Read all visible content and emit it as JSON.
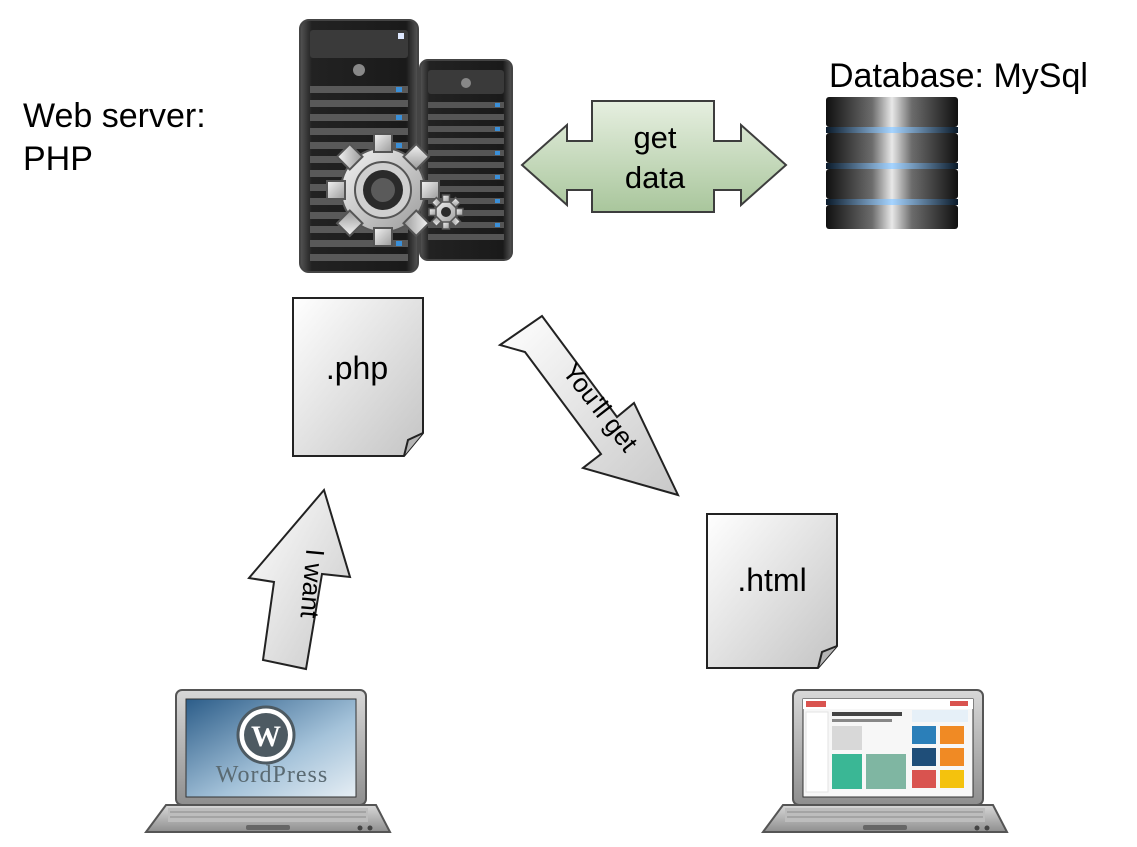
{
  "labels": {
    "web_server_line1": "Web server:",
    "web_server_line2": "PHP",
    "database": "Database: MySql"
  },
  "documents": {
    "php": ".php",
    "html": ".html"
  },
  "arrows": {
    "get_data_line1": "get",
    "get_data_line2": "data",
    "youll_get": "You'll get",
    "i_want": "I want"
  },
  "laptops": {
    "left_screen_brand": "WordPress"
  },
  "colors": {
    "arrow_green_fill": "#c9dcc0",
    "arrow_gray_fill": "#e0e0e0",
    "server_dark": "#1a1a1a",
    "led_blue": "#3a8fd8",
    "db_blue": "#7fb6e6"
  },
  "icons": {
    "server": "server-rack-icon",
    "gear": "gear-icon",
    "database": "database-icon",
    "document": "document-icon",
    "laptop": "laptop-icon",
    "wordpress": "wordpress-logo-icon"
  }
}
